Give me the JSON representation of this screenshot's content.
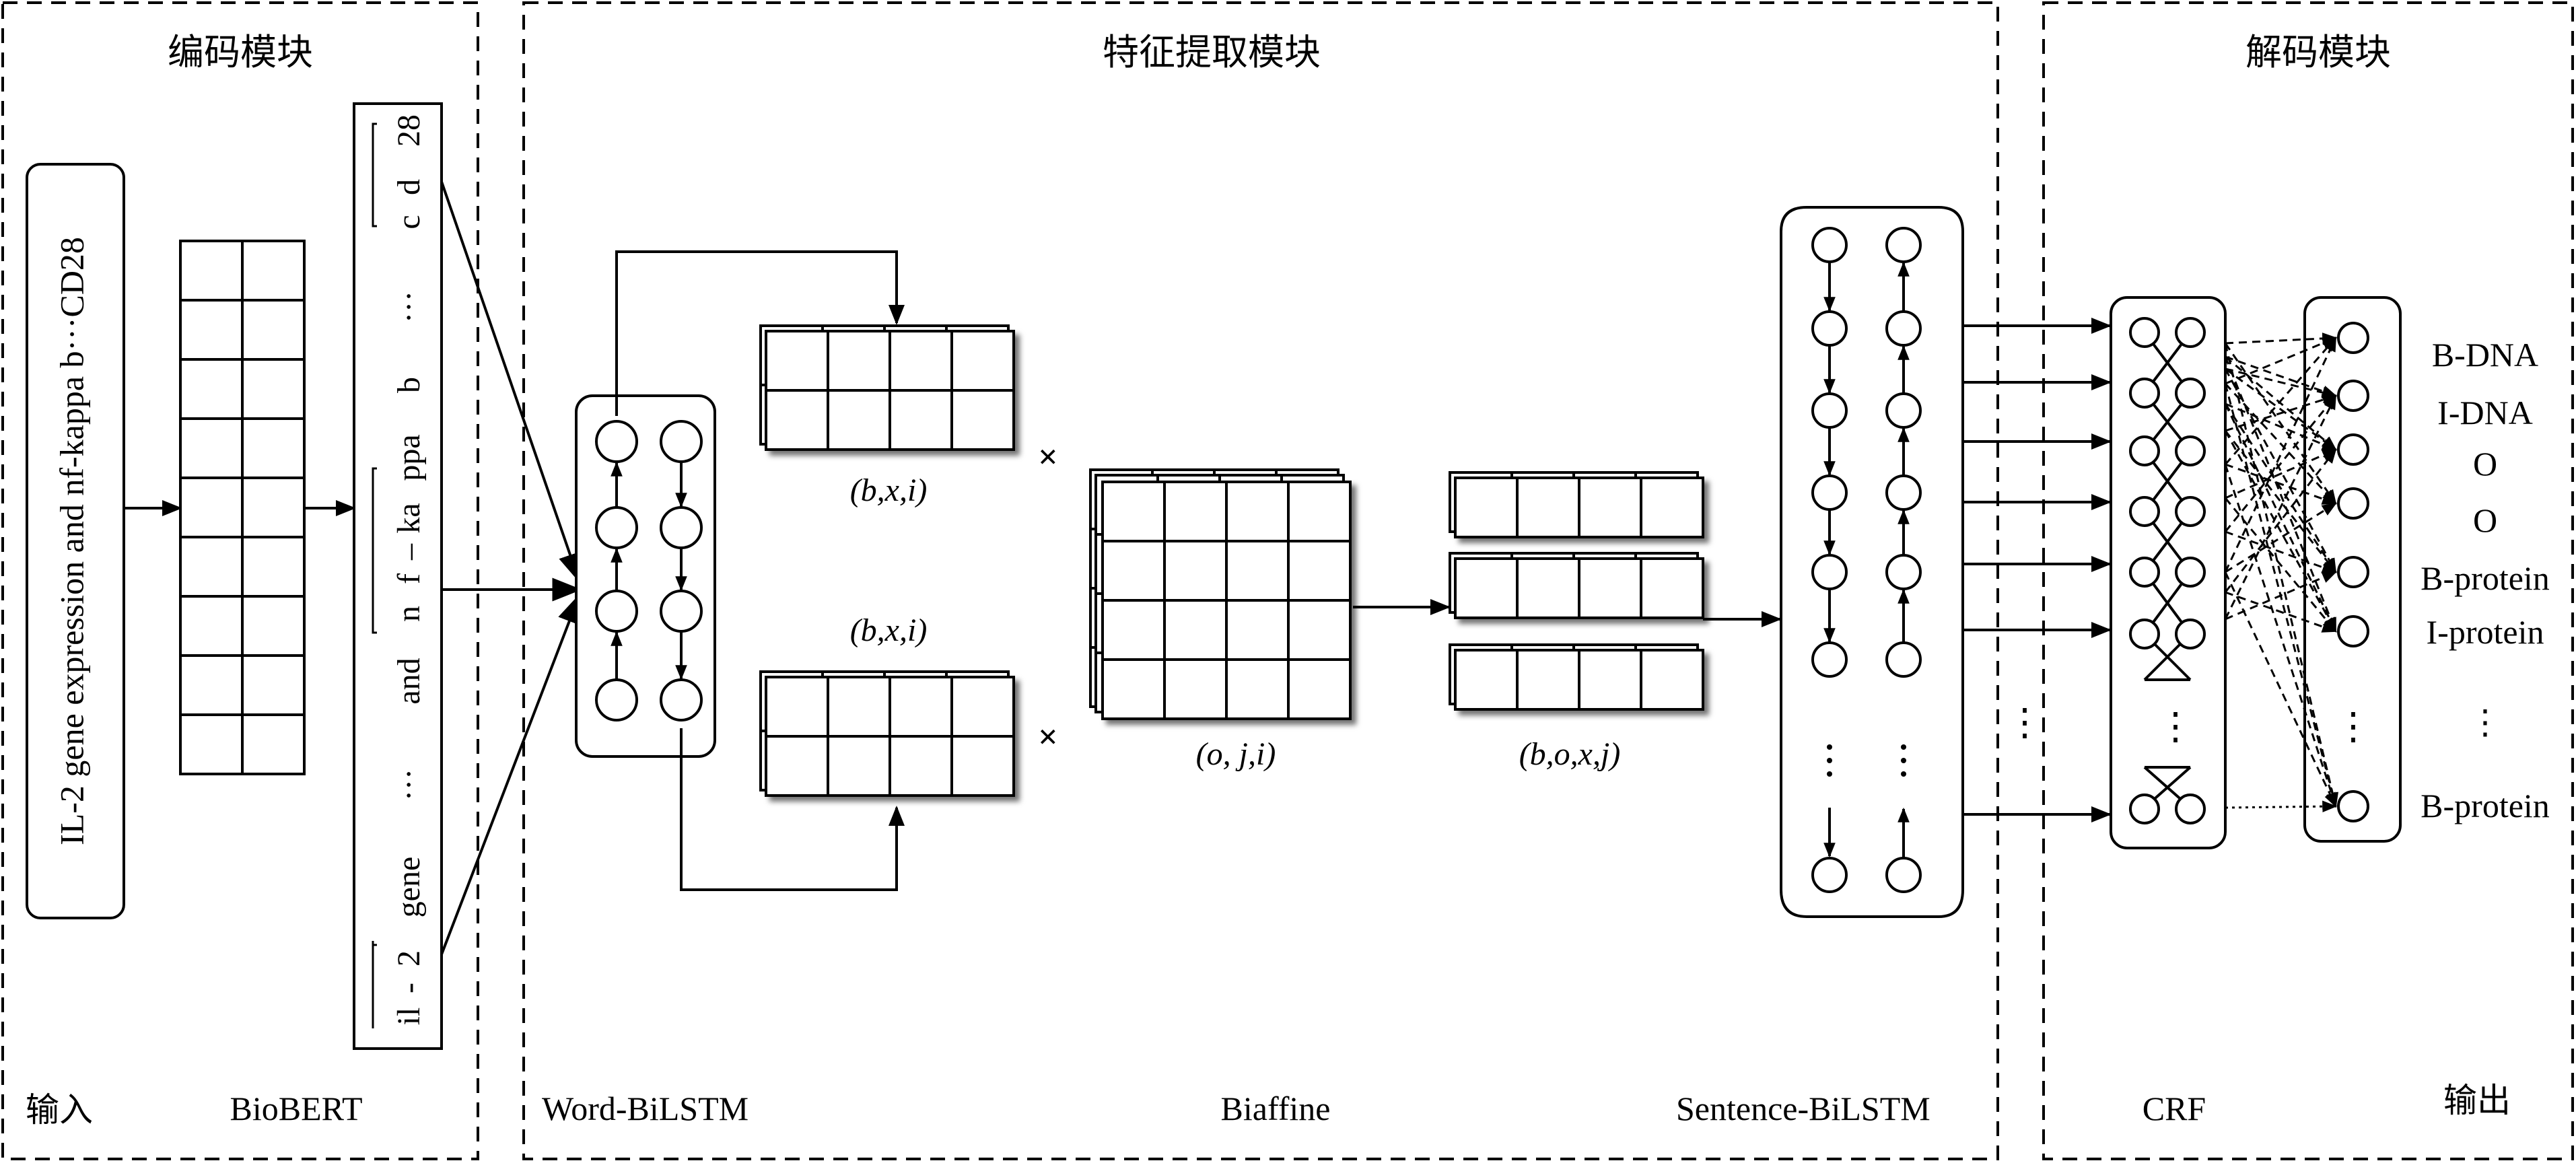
{
  "modules": {
    "encoding": "编码模块",
    "feature": "特征提取模块",
    "decoding": "解码模块"
  },
  "bottom_labels": {
    "input": "输入",
    "biobert": "BioBERT",
    "word_bilstm": "Word-BiLSTM",
    "biaffine": "Biaffine",
    "sentence_bilstm": "Sentence-BiLSTM",
    "crf": "CRF",
    "output": "输出"
  },
  "input_sentence": "IL-2 gene expression and nf-kappa b···CD28",
  "tokens": {
    "il": "il",
    "dash1": "-",
    "two": "2",
    "gene": "gene",
    "ell1": "···",
    "and": "and",
    "n": "n",
    "f": "f",
    "dash2": "–",
    "ka": "ka",
    "ppa": "ppa",
    "b": "b",
    "ell2": "···",
    "c": "c",
    "d": "d",
    "num28": "28"
  },
  "matrix_labels": {
    "bxi_top": "(b,x,i)",
    "bxi_bottom": "(b,x,i)",
    "oji": "(o, j,i)",
    "boxj": "(b,o,x,j)"
  },
  "symbols": {
    "times_top": "×",
    "times_bottom": "×",
    "vdots": "⋮"
  },
  "output_tags": [
    "B-DNA",
    "I-DNA",
    "O",
    "O",
    "B-protein",
    "I-protein",
    "⋮",
    "B-protein"
  ]
}
